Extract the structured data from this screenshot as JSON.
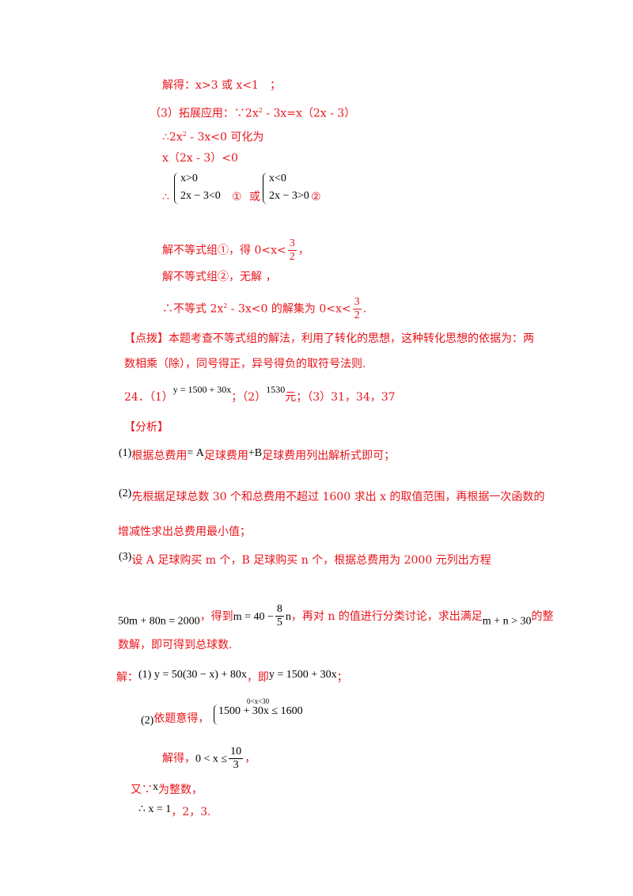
{
  "l1": "解得：x>3 或 x<1　；",
  "l2_prefix": "（3）拓展应用：∵2x",
  "l2_rest": " - 3x=x（2x - 3）",
  "l3_a": "∴2x",
  "l3_b": " - 3x<0 可化为",
  "l4": "x（2x - 3）<0",
  "sys_therefore": "∴",
  "sys1_top": "x>0",
  "sys1_bot": "2x − 3<0",
  "sys_mark1": "①",
  "sys_or": "或",
  "sys2_top": "x<0",
  "sys2_bot": "2x − 3>0",
  "sys_mark2": "②",
  "sol1_a": "解不等式组①，得 0<x<",
  "frac_num": "3",
  "frac_den": "2",
  "sol1_b": "，",
  "sol2": "解不等式组②，无解 ，",
  "sol3_a": "∴不等式 2x",
  "sol3_b": " - 3x<0 的解集为 0<x<",
  "sol3_c": ".",
  "sq": "2",
  "tip1": "【点拨】本题考查不等式组的解法，利用了转化的思想，这种转化思想的依据为：两",
  "tip2": "数相乘（除），同号得正，异号得负的取符号法则.",
  "q24_a": "24．（1）",
  "q24_b": "y = 1500 + 30x",
  "q24_c": "；（2）",
  "q24_d": "1530",
  "q24_e": "元；（3）31，34，37",
  "analysis": "【分析】",
  "a1_num": "(1)",
  "a1_text_a": "根据总费用",
  "a1_eq": "= A",
  "a1_text_b": "足球费用",
  "a1_plus": "+B",
  "a1_text_c": "足球费用列出解析式即可；",
  "a2_num": "(2)",
  "a2_text": "先根据足球总数 30 个和总费用不超过 1600 求出 x 的取值范围，再根据一次函数的",
  "a2_text2": "增减性求出总费用最小值；",
  "a3_num": "(3)",
  "a3_text": "设 A 足球购买 m 个，B 足球购买 n 个，根据总费用为 2000 元列出方程",
  "e1": "50m + 80n = 2000",
  "e1_b": "，得到",
  "e2": "m = 40 −",
  "e2_num": "8",
  "e2_den": "5",
  "e2_tail": "n",
  "e3": "，再对 n 的值进行分类讨论，求出满足",
  "e4": "m + n > 30",
  "e5": "的整",
  "e6": "数解，即可得到总球数.",
  "s_label": "解：",
  "s1": "(1) y = 50(30 − x) + 80x",
  "s1_b": "，即",
  "s1_c": "y = 1500 + 30x",
  "s1_d": "；",
  "s2_num": "(2)",
  "s2_text": "依题意得，",
  "s2_small": "0<x<30",
  "s2_ineq": "1500 + 30x ≤ 1600",
  "s3_a": "解得，",
  "s3_b": "0 < x ≤",
  "s3_num": "10",
  "s3_den": "3",
  "s3_c": "，",
  "s4_a": "又∵",
  "s4_x": "x",
  "s4_b": "为整数，",
  "s5_a": "∴ x = 1",
  "s5_b": "，2，3."
}
